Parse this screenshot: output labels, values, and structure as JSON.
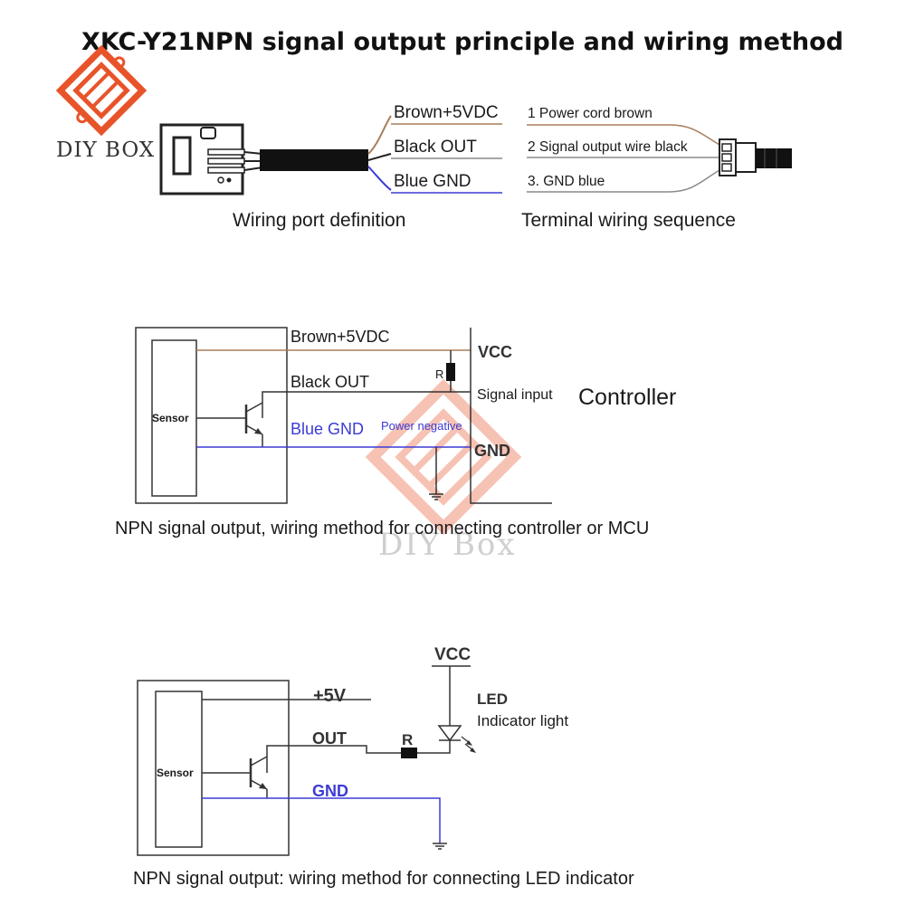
{
  "title": "XKC-Y21NPN signal output principle and wiring method",
  "logo": {
    "text": "DIY BOX",
    "color": "#e8542a"
  },
  "watermark": {
    "text": "DIY Box",
    "color": "#e8542a"
  },
  "colors": {
    "brown": "#a87f5c",
    "blue": "#3b3bd6",
    "black": "#222222",
    "gray": "#8a8a8a"
  },
  "wiring_port": {
    "wires": [
      "Brown+5VDC",
      "Black OUT",
      "Blue GND"
    ],
    "caption": "Wiring port definition"
  },
  "terminal_sequence": {
    "labels": [
      "1 Power cord brown",
      "2 Signal output wire black",
      "3. GND blue"
    ],
    "caption": "Terminal wiring sequence"
  },
  "controller_circuit": {
    "brown_label": "Brown+5VDC",
    "black_label": "Black OUT",
    "blue_label": "Blue GND",
    "power_negative": "Power negative",
    "sensor": "Sensor",
    "resistor": "R",
    "vcc": "VCC",
    "signal_input": "Signal input",
    "gnd": "GND",
    "controller": "Controller",
    "caption": "NPN signal output, wiring method for connecting controller or MCU"
  },
  "led_circuit": {
    "vcc": "VCC",
    "plus5v": "+5V",
    "out": "OUT",
    "r": "R",
    "gnd": "GND",
    "led": "LED",
    "indicator": "Indicator light",
    "sensor": "Sensor",
    "caption": "NPN signal output: wiring method for connecting LED indicator"
  }
}
